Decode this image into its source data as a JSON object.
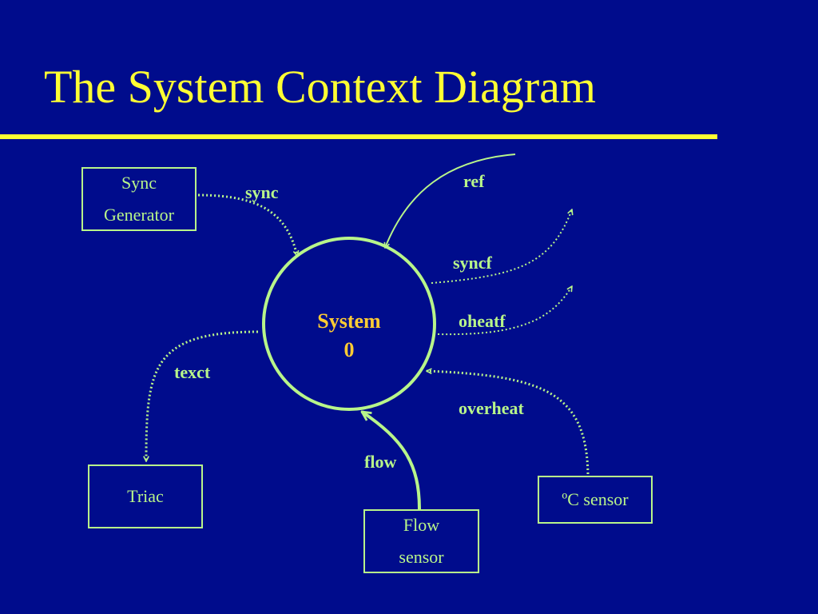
{
  "title": "The System Context Diagram",
  "process": {
    "name": "System",
    "number": "0"
  },
  "terminators": {
    "sync_generator": [
      "Sync",
      "Generator"
    ],
    "triac": "Triac",
    "flow_sensor": [
      "Flow",
      "sensor"
    ],
    "temp_sensor": "ºC sensor"
  },
  "flows": {
    "sync": "sync",
    "ref": "ref",
    "syncf": "syncf",
    "oheatf": "oheatf",
    "overheat": "overheat",
    "texct": "texct",
    "flow": "flow"
  },
  "colors": {
    "background": "#000c8c",
    "title": "#ffff33",
    "lines": "#b8f58a",
    "process_text": "#ffcc33"
  }
}
